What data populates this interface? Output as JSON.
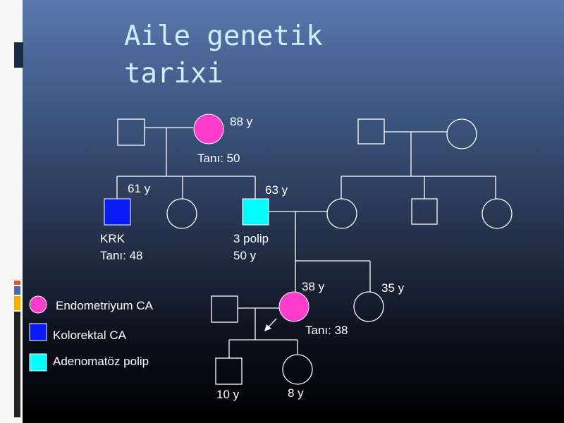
{
  "title": {
    "line1": "Aile  genetik",
    "line2": "tarixi"
  },
  "colors": {
    "endometrial": "#ff3dcd",
    "colorectal": "#0a1cf5",
    "polyp": "#00ffff",
    "title_text": "#cfeefd"
  },
  "labels": {
    "grandmother_age": "88 y",
    "grandmother_dx": "Tanı: 50",
    "uncle_age": "61 y",
    "uncle_note1": "KRK",
    "uncle_note2": "Tanı: 48",
    "father_age": "63 y",
    "father_note1": "3 polip",
    "father_note2": "50 y",
    "proband_age": "38 y",
    "proband_dx": "Tanı: 38",
    "sister_age": "35 y",
    "son_age": "10 y",
    "daughter_age": "8 y"
  },
  "legend": [
    {
      "label": "Endometriyum CA",
      "shape": "circle",
      "color": "#ff3dcd"
    },
    {
      "label": "Kolorektal CA",
      "shape": "square",
      "color": "#0a1cf5"
    },
    {
      "label": "Adenomatöz polip",
      "shape": "square",
      "color": "#00ffff"
    }
  ]
}
